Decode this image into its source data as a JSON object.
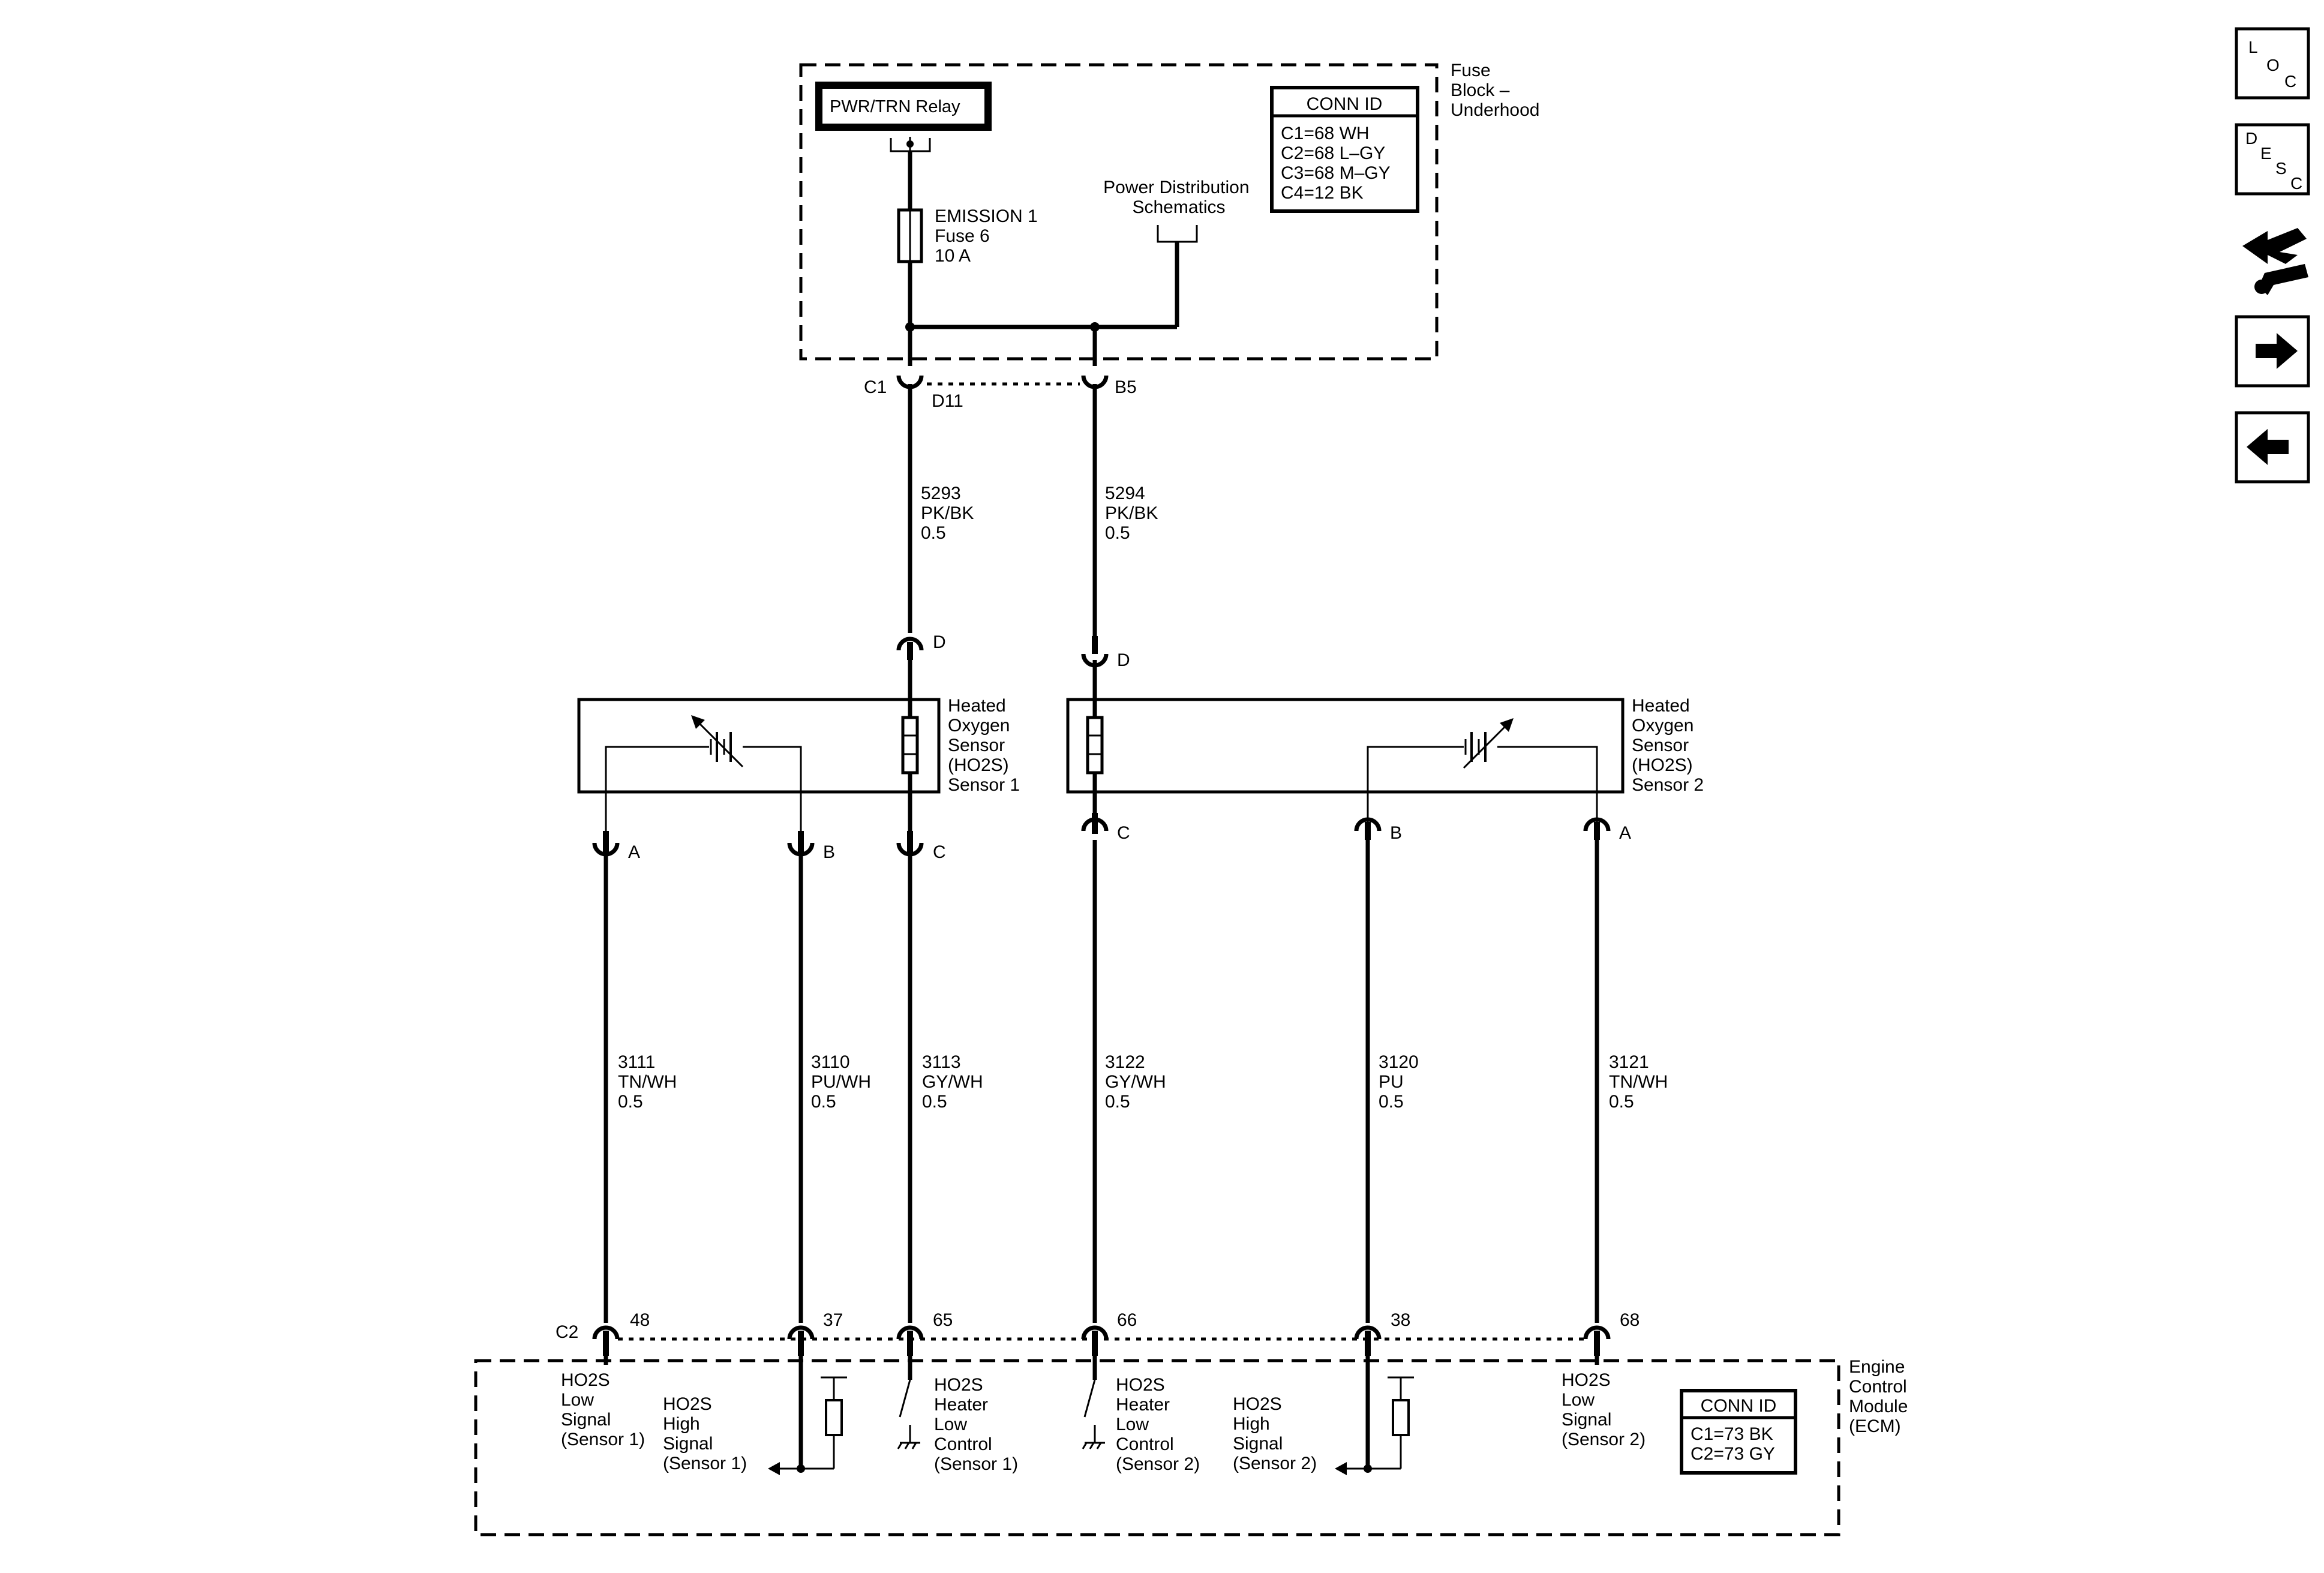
{
  "fuse_block": {
    "title": [
      "Fuse",
      "Block –",
      "Underhood"
    ],
    "relay": "PWR/TRN Relay",
    "fuse": [
      "EMISSION 1",
      "Fuse 6",
      "10 A"
    ],
    "power_distribution": [
      "Power Distribution",
      "Schematics"
    ],
    "conn_id_title": "CONN ID",
    "conn_id": [
      "C1=68 WH",
      "C2=68 L–GY",
      "C3=68 M–GY",
      "C4=12 BK"
    ],
    "conn_c1": "C1",
    "pin_d11": "D11",
    "pin_b5": "B5"
  },
  "wires": {
    "w5293": [
      "5293",
      "PK/BK",
      "0.5"
    ],
    "w5294": [
      "5294",
      "PK/BK",
      "0.5"
    ],
    "w3111": [
      "3111",
      "TN/WH",
      "0.5"
    ],
    "w3110": [
      "3110",
      "PU/WH",
      "0.5"
    ],
    "w3113": [
      "3113",
      "GY/WH",
      "0.5"
    ],
    "w3122": [
      "3122",
      "GY/WH",
      "0.5"
    ],
    "w3120": [
      "3120",
      "PU",
      "0.5"
    ],
    "w3121": [
      "3121",
      "TN/WH",
      "0.5"
    ]
  },
  "sensor1": {
    "label": [
      "Heated",
      "Oxygen",
      "Sensor",
      "(HO2S)",
      "Sensor 1"
    ],
    "pin_d": "D",
    "pin_a": "A",
    "pin_b": "B",
    "pin_c": "C"
  },
  "sensor2": {
    "label": [
      "Heated",
      "Oxygen",
      "Sensor",
      "(HO2S)",
      "Sensor 2"
    ],
    "pin_d": "D",
    "pin_c": "C",
    "pin_b": "B",
    "pin_a": "A"
  },
  "ecm": {
    "title": [
      "Engine",
      "Control",
      "Module",
      "(ECM)"
    ],
    "conn_c2": "C2",
    "pins": [
      "48",
      "37",
      "65",
      "66",
      "38",
      "68"
    ],
    "low_signal_1": [
      "HO2S",
      "Low",
      "Signal",
      "(Sensor 1)"
    ],
    "high_signal_1": [
      "HO2S",
      "High",
      "Signal",
      "(Sensor 1)"
    ],
    "heater_1": [
      "HO2S",
      "Heater",
      "Low",
      "Control",
      "(Sensor 1)"
    ],
    "heater_2": [
      "HO2S",
      "Heater",
      "Low",
      "Control",
      "(Sensor 2)"
    ],
    "high_signal_2": [
      "HO2S",
      "High",
      "Signal",
      "(Sensor 2)"
    ],
    "low_signal_2": [
      "HO2S",
      "Low",
      "Signal",
      "(Sensor 2)"
    ],
    "conn_id_title": "CONN ID",
    "conn_id": [
      "C1=73 BK",
      "C2=73 GY"
    ]
  },
  "nav": {
    "loc": [
      "L",
      "O",
      "C"
    ],
    "desc": [
      "D",
      "E",
      "S",
      "C"
    ],
    "icons": [
      "connector-swap-icon",
      "arrow-right-icon",
      "arrow-left-icon"
    ]
  }
}
